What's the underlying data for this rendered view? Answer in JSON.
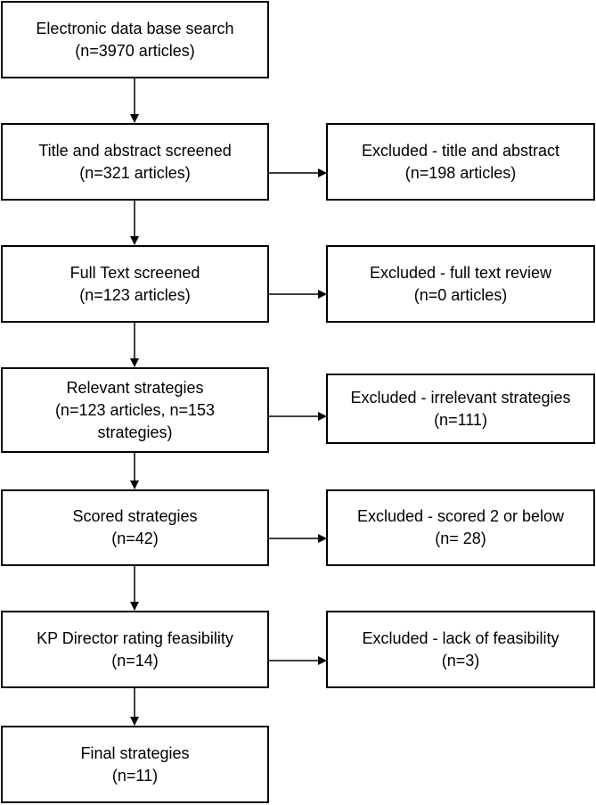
{
  "main_flow": [
    {
      "line1": "Electronic data base search",
      "line2": "(n=3970 articles)"
    },
    {
      "line1": "Title and abstract screened",
      "line2": "(n=321 articles)"
    },
    {
      "line1": "Full Text screened",
      "line2": "(n=123 articles)"
    },
    {
      "line1": "Relevant strategies",
      "line2": "(n=123 articles, n=153",
      "line3": "strategies)"
    },
    {
      "line1": "Scored strategies",
      "line2": "(n=42)"
    },
    {
      "line1": "KP Director rating feasibility",
      "line2": "(n=14)"
    },
    {
      "line1": "Final strategies",
      "line2": "(n=11)"
    }
  ],
  "exclusions": [
    {
      "line1": "Excluded - title and abstract",
      "line2": "(n=198 articles)"
    },
    {
      "line1": "Excluded - full text review",
      "line2": "(n=0 articles)"
    },
    {
      "line1": "Excluded - irrelevant strategies",
      "line2": "(n=111)"
    },
    {
      "line1": "Excluded - scored 2 or below",
      "line2": "(n= 28)"
    },
    {
      "line1": "Excluded - lack of feasibility",
      "line2": "(n=3)"
    }
  ]
}
